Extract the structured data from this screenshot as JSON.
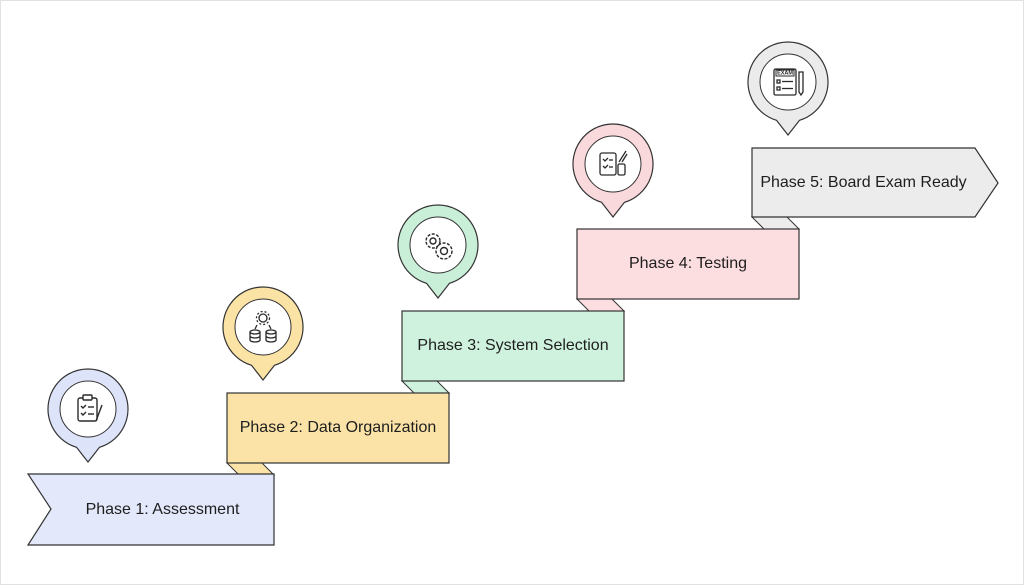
{
  "diagram": {
    "phases": [
      {
        "label": "Phase 1: Assessment",
        "color": "#e3e8fb",
        "pin_color": "#dde3f9",
        "icon": "clipboard-checklist-icon"
      },
      {
        "label": "Phase 2: Data Organization",
        "color": "#fbe3a8",
        "pin_color": "#fbe3a5",
        "icon": "database-gear-icon"
      },
      {
        "label": "Phase 3: System Selection",
        "color": "#cff2de",
        "pin_color": "#c9efd8",
        "icon": "gears-icon"
      },
      {
        "label": "Phase 4: Testing",
        "color": "#fcdde0",
        "pin_color": "#fad9dc",
        "icon": "test-checklist-icon"
      },
      {
        "label": "Phase 5: Board Exam Ready",
        "color": "#ececec",
        "pin_color": "#ebebeb",
        "icon": "exam-paper-icon"
      }
    ],
    "exam_icon_text": "EXAM",
    "stroke_color": "#2a2a2a"
  }
}
